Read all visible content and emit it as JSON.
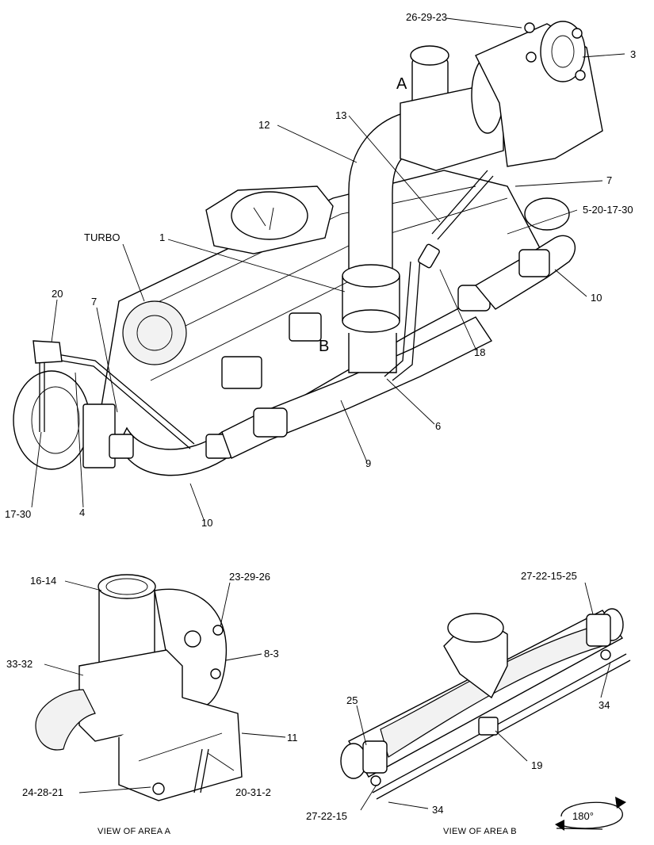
{
  "callouts_main": {
    "c_26_29_23": "26-29-23",
    "c_3": "3",
    "c_a": "A",
    "c_13": "13",
    "c_12": "12",
    "c_7_right": "7",
    "c_5_20_17_30": "5-20-17-30",
    "c_turbo": "TURBO",
    "c_1": "1",
    "c_10_right": "10",
    "c_20": "20",
    "c_7_left": "7",
    "c_b": "B",
    "c_18": "18",
    "c_6": "6",
    "c_9": "9",
    "c_17_30": "17-30",
    "c_4": "4",
    "c_10_bottom": "10"
  },
  "view_a": {
    "c_16_14": "16-14",
    "c_23_29_26": "23-29-26",
    "c_8_3": "8-3",
    "c_33_32": "33-32",
    "c_11": "11",
    "c_24_28_21": "24-28-21",
    "c_20_31_2": "20-31-2",
    "caption": "VIEW OF AREA  A"
  },
  "view_b": {
    "c_27_22_15_25": "27-22-15-25",
    "c_34_right": "34",
    "c_25": "25",
    "c_19": "19",
    "c_27_22_15": "27-22-15",
    "c_34_bottom": "34",
    "caption": "VIEW OF AREA  B",
    "rotation": "180°"
  }
}
